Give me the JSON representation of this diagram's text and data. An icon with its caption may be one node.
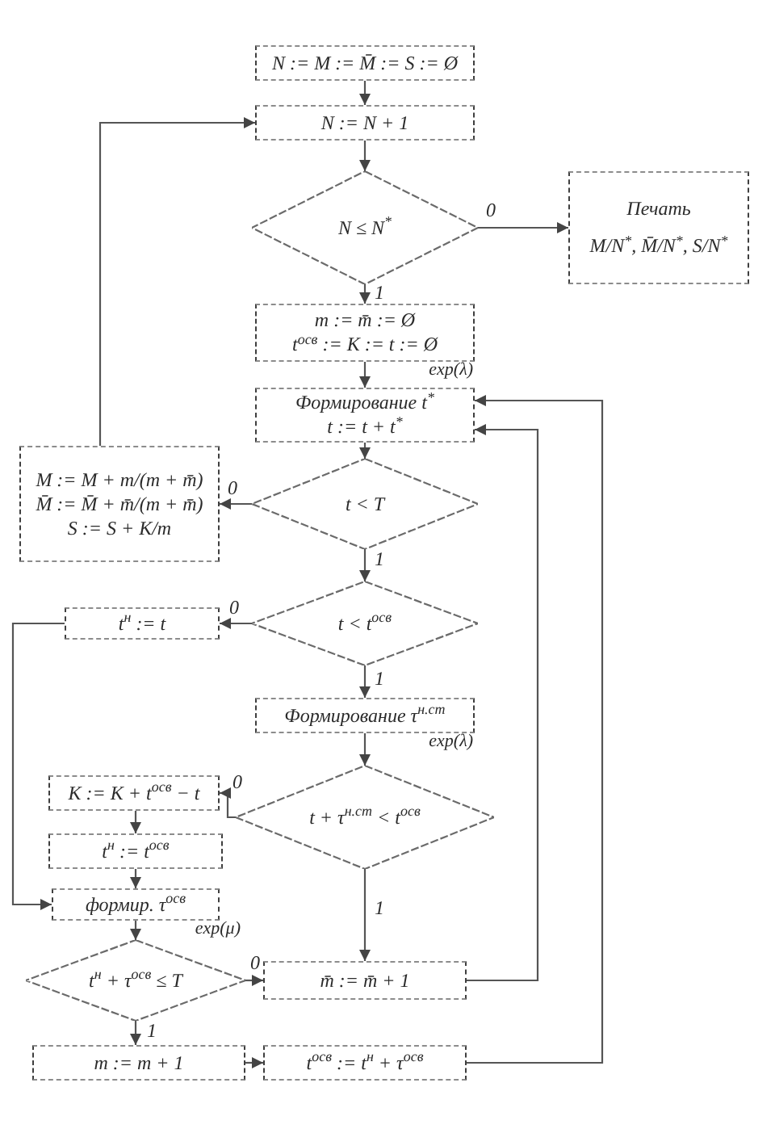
{
  "diagram": {
    "nodes": [
      {
        "text": [
          "N := M := M̄ := S := Ø"
        ]
      },
      {
        "text": [
          "N := N + 1"
        ]
      },
      {
        "text": [
          "N ≤ N$^{*}$"
        ]
      },
      {
        "text": [
          "Печать",
          "M/N$^{*}$, M̄/N$^{*}$, S/N$^{*}$"
        ]
      },
      {
        "text": [
          "m := m̄ := Ø",
          "t$^{осв}$ := K := t := Ø"
        ],
        "beside": [
          "exp(λ)"
        ]
      },
      {
        "text": [
          "Формирование t$^{*}$",
          "t := t + t$^{*}$"
        ]
      },
      {
        "text": [
          "t < T"
        ]
      },
      {
        "text": [
          "M := M + m/(m + m̄)",
          "M̄ := M̄ + m̄/(m + m̄)",
          "S := S + K/m"
        ]
      },
      {
        "text": [
          "t < t$^{осв}$"
        ]
      },
      {
        "text": [
          "t$^{н}$ := t"
        ]
      },
      {
        "text": [
          "Формирование τ$^{н.ст}$"
        ],
        "beside": [
          "exp(λ)"
        ]
      },
      {
        "text": [
          "t + τ$^{н.ст}$ < t$^{осв}$"
        ]
      },
      {
        "text": [
          "K := K + t$^{осв}$ − t"
        ]
      },
      {
        "text": [
          "t$^{н}$ := t$^{осв}$"
        ]
      },
      {
        "text": [
          "формир. τ$^{осв}$"
        ],
        "beside": [
          "exp(μ)"
        ]
      },
      {
        "text": [
          "t$^{н}$ + τ$^{осв}$ ≤ T"
        ]
      },
      {
        "text": [
          "m̄ := m̄ + 1"
        ]
      },
      {
        "text": [
          "m := m + 1"
        ]
      },
      {
        "text": [
          "t$^{осв}$ := t$^{н}$ + τ$^{осв}$"
        ]
      }
    ],
    "edges": [
      {
        "from": 0,
        "to": 1,
        "arrow": "to"
      },
      {
        "from": 1,
        "to": 2,
        "arrow": "to"
      },
      {
        "from": 2,
        "to": 3,
        "label": "0",
        "arrow": "to"
      },
      {
        "from": 2,
        "to": 4,
        "label": "1",
        "arrow": "to"
      },
      {
        "from": 4,
        "to": 5,
        "arrow": "to"
      },
      {
        "from": 5,
        "to": 6,
        "arrow": "to"
      },
      {
        "from": 6,
        "to": 7,
        "label": "0",
        "arrow": "to"
      },
      {
        "from": 7,
        "to": 1,
        "arrow": "to"
      },
      {
        "from": 6,
        "to": 8,
        "label": "1",
        "arrow": "to"
      },
      {
        "from": 8,
        "to": 9,
        "label": "0",
        "arrow": "to"
      },
      {
        "from": 8,
        "to": 10,
        "label": "1",
        "arrow": "to"
      },
      {
        "from": 9,
        "to": 14,
        "arrow": "to"
      },
      {
        "from": 10,
        "to": 11,
        "arrow": "to"
      },
      {
        "from": 11,
        "to": 12,
        "label": "0",
        "arrow": "to"
      },
      {
        "from": 12,
        "to": 13,
        "arrow": "to"
      },
      {
        "from": 13,
        "to": 14,
        "arrow": "to"
      },
      {
        "from": 11,
        "to": 16,
        "label": "1",
        "arrow": "to"
      },
      {
        "from": 14,
        "to": 15,
        "arrow": "to"
      },
      {
        "from": 15,
        "to": 16,
        "label": "0",
        "arrow": "to"
      },
      {
        "from": 15,
        "to": 17,
        "label": "1",
        "arrow": "to"
      },
      {
        "from": 16,
        "to": 5,
        "arrow": "to"
      },
      {
        "from": 17,
        "to": 18,
        "arrow": "to"
      },
      {
        "from": 18,
        "to": 5,
        "arrow": "to"
      }
    ]
  }
}
